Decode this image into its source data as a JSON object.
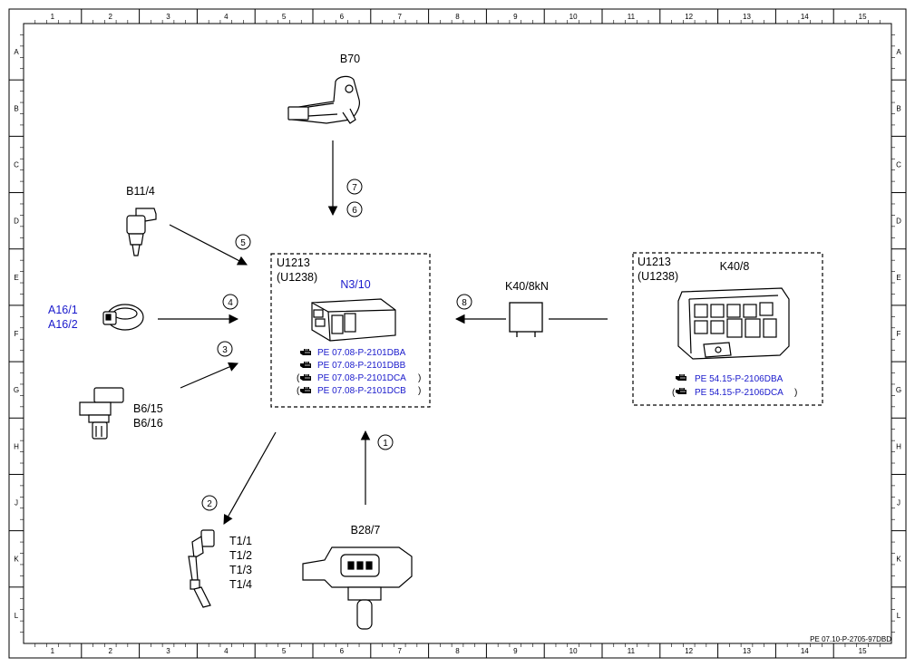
{
  "grid": {
    "columns": [
      "1",
      "2",
      "3",
      "4",
      "5",
      "6",
      "7",
      "8",
      "9",
      "10",
      "11",
      "12",
      "13",
      "14",
      "15"
    ],
    "rows": [
      "A",
      "B",
      "C",
      "D",
      "E",
      "F",
      "G",
      "H",
      "J",
      "K",
      "L"
    ]
  },
  "components": {
    "b70": "B70",
    "b11_4": "B11/4",
    "a16": [
      "A16/1",
      "A16/2"
    ],
    "b6": [
      "B6/15",
      "B6/16"
    ],
    "t1": [
      "T1/1",
      "T1/2",
      "T1/3",
      "T1/4"
    ],
    "b28_7": "B28/7",
    "k40_8kn": "K40/8kN"
  },
  "ecu_box": {
    "code1": "U1213",
    "code2": "(U1238)",
    "name": "N3/10",
    "refs": [
      "PE 07.08-P-2101DBA",
      "PE 07.08-P-2101DBB",
      "PE 07.08-P-2101DCA",
      "PE 07.08-P-2101DCB"
    ]
  },
  "fuse_box": {
    "code1": "U1213",
    "code2": "(U1238)",
    "name": "K40/8",
    "refs": [
      "PE 54.15-P-2106DBA",
      "PE 54.15-P-2106DCA"
    ]
  },
  "steps": [
    "1",
    "2",
    "3",
    "4",
    "5",
    "6",
    "7",
    "8"
  ],
  "footer": "PE 07.10-P-2705-97DBD",
  "colors": {
    "link": "#1a1acc",
    "line": "#000000"
  },
  "icons": [
    "hand-pointer-icon"
  ]
}
